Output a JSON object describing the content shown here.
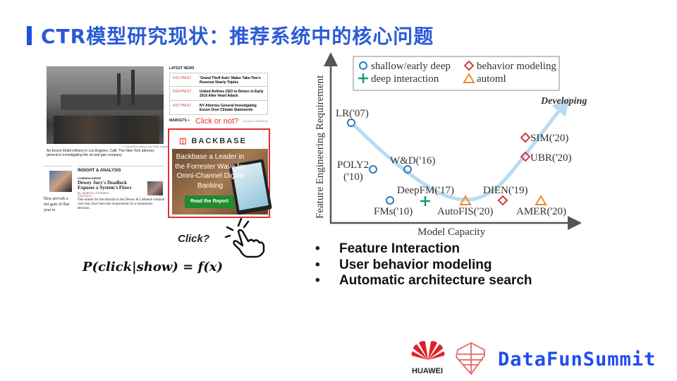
{
  "title": "CTR模型研究现状：推荐系统中的核心问题",
  "news": {
    "latest_label": "LATEST NEWS",
    "items": [
      {
        "time": "5:01 PM ET",
        "headline": "'Grand Theft Auto' Maker Take-Two's Revenue Nearly Triples"
      },
      {
        "time": "5:00 PM ET",
        "headline": "United Airlines CEO to Return in Early 2016 After Heart Attack"
      },
      {
        "time": "4:57 PM ET",
        "headline": "NY Attorney General Investigating Exxon Over Climate Statements"
      }
    ],
    "markets": "MARKETS »",
    "close": "At close 11/05/2015",
    "photo_credit": "T. Fallon/Bloomberg, via Getty Images",
    "caption": "An Exxon Mobil refinery in Los Angeles, Calif. The New York attorney general is investigating the oil and gas company.",
    "insight": "INSIGHT & ANALYSIS",
    "common_sense": "COMMON SENSE",
    "story_title": "Dewey Jury's Deadlock Exposes a System's Flaws",
    "byline": "By JAMES B. STEWART",
    "story_time": "3:08 PM ET",
    "story_text": "One reason for the mistrial in the Dewey & LeBoeuf criminal case may have been the requirement for a unanimous decision.",
    "side_text": "llion arrivals a net gain of that year to",
    "ad": {
      "brand": "BACKBASE",
      "text": "Backbase a Leader in the Forrester Wave for Omni-Channel Digital Banking",
      "cta": "Read the Report"
    },
    "click_or_not": "Click or not?"
  },
  "click_label": "Click?",
  "formula": "P(click|show) = f(x)",
  "diagram": {
    "y_label": "Feature Engineering Requirement",
    "x_label": "Model Capacity",
    "developing": "Developing",
    "legend": [
      {
        "label": "shallow/early deep",
        "marker": "circle",
        "color": "#2b7bbf"
      },
      {
        "label": "deep interaction",
        "marker": "plus",
        "color": "#1a9a7a"
      },
      {
        "label": "behavior modeling",
        "marker": "diamond",
        "color": "#d23a3a"
      },
      {
        "label": "automl",
        "marker": "triangle",
        "color": "#f08c2a"
      }
    ],
    "models": [
      {
        "name": "LR('07)",
        "group": "shallow/early deep"
      },
      {
        "name": "POLY2",
        "name2": "('10)",
        "group": "shallow/early deep"
      },
      {
        "name": "W&D('16)",
        "group": "shallow/early deep"
      },
      {
        "name": "FMs('10)",
        "group": "shallow/early deep"
      },
      {
        "name": "DeepFM('17)",
        "group": "deep interaction"
      },
      {
        "name": "AutoFIS('20)",
        "group": "automl"
      },
      {
        "name": "DIEN('19)",
        "group": "behavior modeling"
      },
      {
        "name": "AMER('20)",
        "group": "automl"
      },
      {
        "name": "SIM('20)",
        "group": "behavior modeling"
      },
      {
        "name": "UBR('20)",
        "group": "behavior modeling"
      }
    ]
  },
  "bullets": [
    "Feature Interaction",
    "User behavior modeling",
    "Automatic architecture search"
  ],
  "logos": {
    "huawei": "HUAWEI",
    "datafun": "DataFunSummit"
  }
}
